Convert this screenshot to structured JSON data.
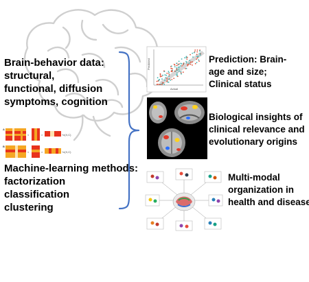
{
  "left_top": {
    "lines": [
      "Brain-behavior data:",
      "structural,",
      "functional, diffusion",
      "symptoms, cognition"
    ]
  },
  "left_bottom": {
    "lines": [
      "Machine-learning methods:",
      "factorization",
      "classification",
      "clustering"
    ]
  },
  "right_1": {
    "lines": [
      "Prediction: Brain-",
      "age and size;",
      "Clinical status"
    ]
  },
  "right_2": {
    "lines": [
      "Biological insights of",
      "clinical relevance and",
      "evolutionary origins"
    ]
  },
  "right_3": {
    "lines": [
      "Multi-modal",
      "organization in",
      "health and disease"
    ]
  },
  "colors": {
    "brace": "#4472c4",
    "scatter_a": "#3bb3b0",
    "scatter_b": "#e0553c",
    "heatmap_hot": "#e8321c",
    "heatmap_warm": "#f5a623",
    "heatmap_light": "#fde3b0"
  },
  "icons": [
    "brain-outline-icon",
    "curly-brace-icon",
    "scatter-plot-thumbnail",
    "brain-slices-thumbnail",
    "network-figure-thumbnail",
    "matrix-factorization-thumbnail"
  ]
}
